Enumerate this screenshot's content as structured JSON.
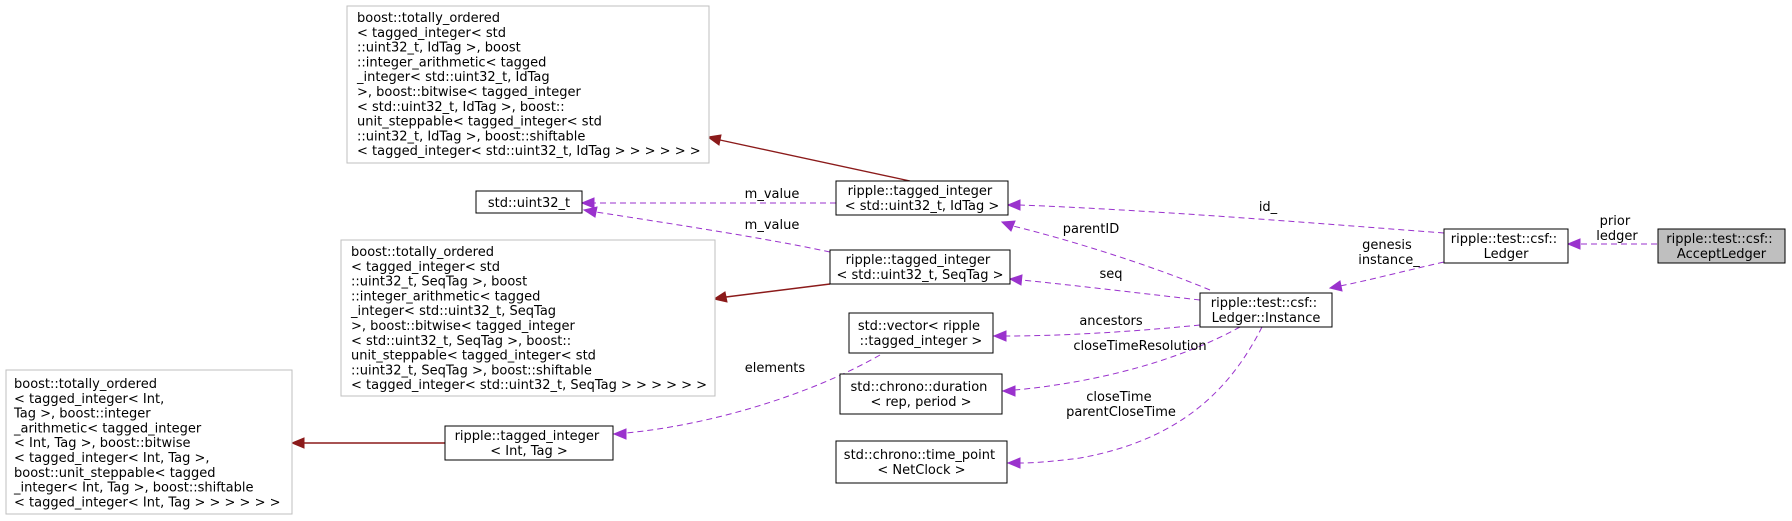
{
  "nodes": {
    "accept_ledger": [
      "ripple::test::csf::",
      "AcceptLedger"
    ],
    "ledger": [
      "ripple::test::csf::",
      "Ledger"
    ],
    "ledger_instance": [
      "ripple::test::csf::",
      "Ledger::Instance"
    ],
    "tagged_integer_idtag": [
      "ripple::tagged_integer",
      "< std::uint32_t, IdTag >"
    ],
    "tagged_integer_seqtag": [
      "ripple::tagged_integer",
      "< std::uint32_t, SeqTag >"
    ],
    "tagged_integer_int": [
      "ripple::tagged_integer",
      "< Int, Tag >"
    ],
    "uint32": [
      "std::uint32_t"
    ],
    "vector": [
      "std::vector< ripple",
      "::tagged_integer >"
    ],
    "duration": [
      "std::chrono::duration",
      "< rep, period >"
    ],
    "time_point": [
      "std::chrono::time_point",
      "< NetClock >"
    ],
    "boost_idtag": [
      "boost::totally_ordered",
      "< tagged_integer< std",
      "::uint32_t, IdTag >, boost",
      "::integer_arithmetic< tagged",
      "_integer< std::uint32_t, IdTag",
      " >, boost::bitwise< tagged_integer",
      "< std::uint32_t, IdTag >, boost::",
      "unit_steppable< tagged_integer< std",
      "::uint32_t, IdTag >, boost::shiftable",
      "< tagged_integer< std::uint32_t, IdTag > > > > > >"
    ],
    "boost_seqtag": [
      "boost::totally_ordered",
      "< tagged_integer< std",
      "::uint32_t, SeqTag >, boost",
      "::integer_arithmetic< tagged",
      "_integer< std::uint32_t, SeqTag",
      " >, boost::bitwise< tagged_integer",
      "< std::uint32_t, SeqTag >, boost::",
      "unit_steppable< tagged_integer< std",
      "::uint32_t, SeqTag >, boost::shiftable",
      "< tagged_integer< std::uint32_t, SeqTag > > > > > >"
    ],
    "boost_int": [
      "boost::totally_ordered",
      "< tagged_integer< Int,",
      " Tag >, boost::integer",
      "_arithmetic< tagged_integer",
      "< Int, Tag >, boost::bitwise",
      "< tagged_integer< Int, Tag >,",
      " boost::unit_steppable< tagged",
      "_integer< Int, Tag >, boost::shiftable",
      "< tagged_integer< Int, Tag > > > > > >"
    ]
  },
  "edge_labels": {
    "prior_ledger": [
      "prior",
      "ledger"
    ],
    "id": [
      "id_"
    ],
    "genesis_instance": [
      "genesis",
      "instance_"
    ],
    "parent_id": [
      "parentID"
    ],
    "seq": [
      "seq"
    ],
    "ancestors": [
      "ancestors"
    ],
    "close_time_resolution": [
      "closeTimeResolution"
    ],
    "close_time": [
      "closeTime",
      "parentCloseTime"
    ],
    "m_value_idtag": [
      "m_value"
    ],
    "m_value_seqtag": [
      "m_value"
    ],
    "elements": [
      "elements"
    ]
  },
  "colors": {
    "usage_edge": "#9a32cd",
    "inherit_edge": "#8b1a1a",
    "focus_fill": "#bfbfbf",
    "grey_border": "#bfbfbf"
  }
}
